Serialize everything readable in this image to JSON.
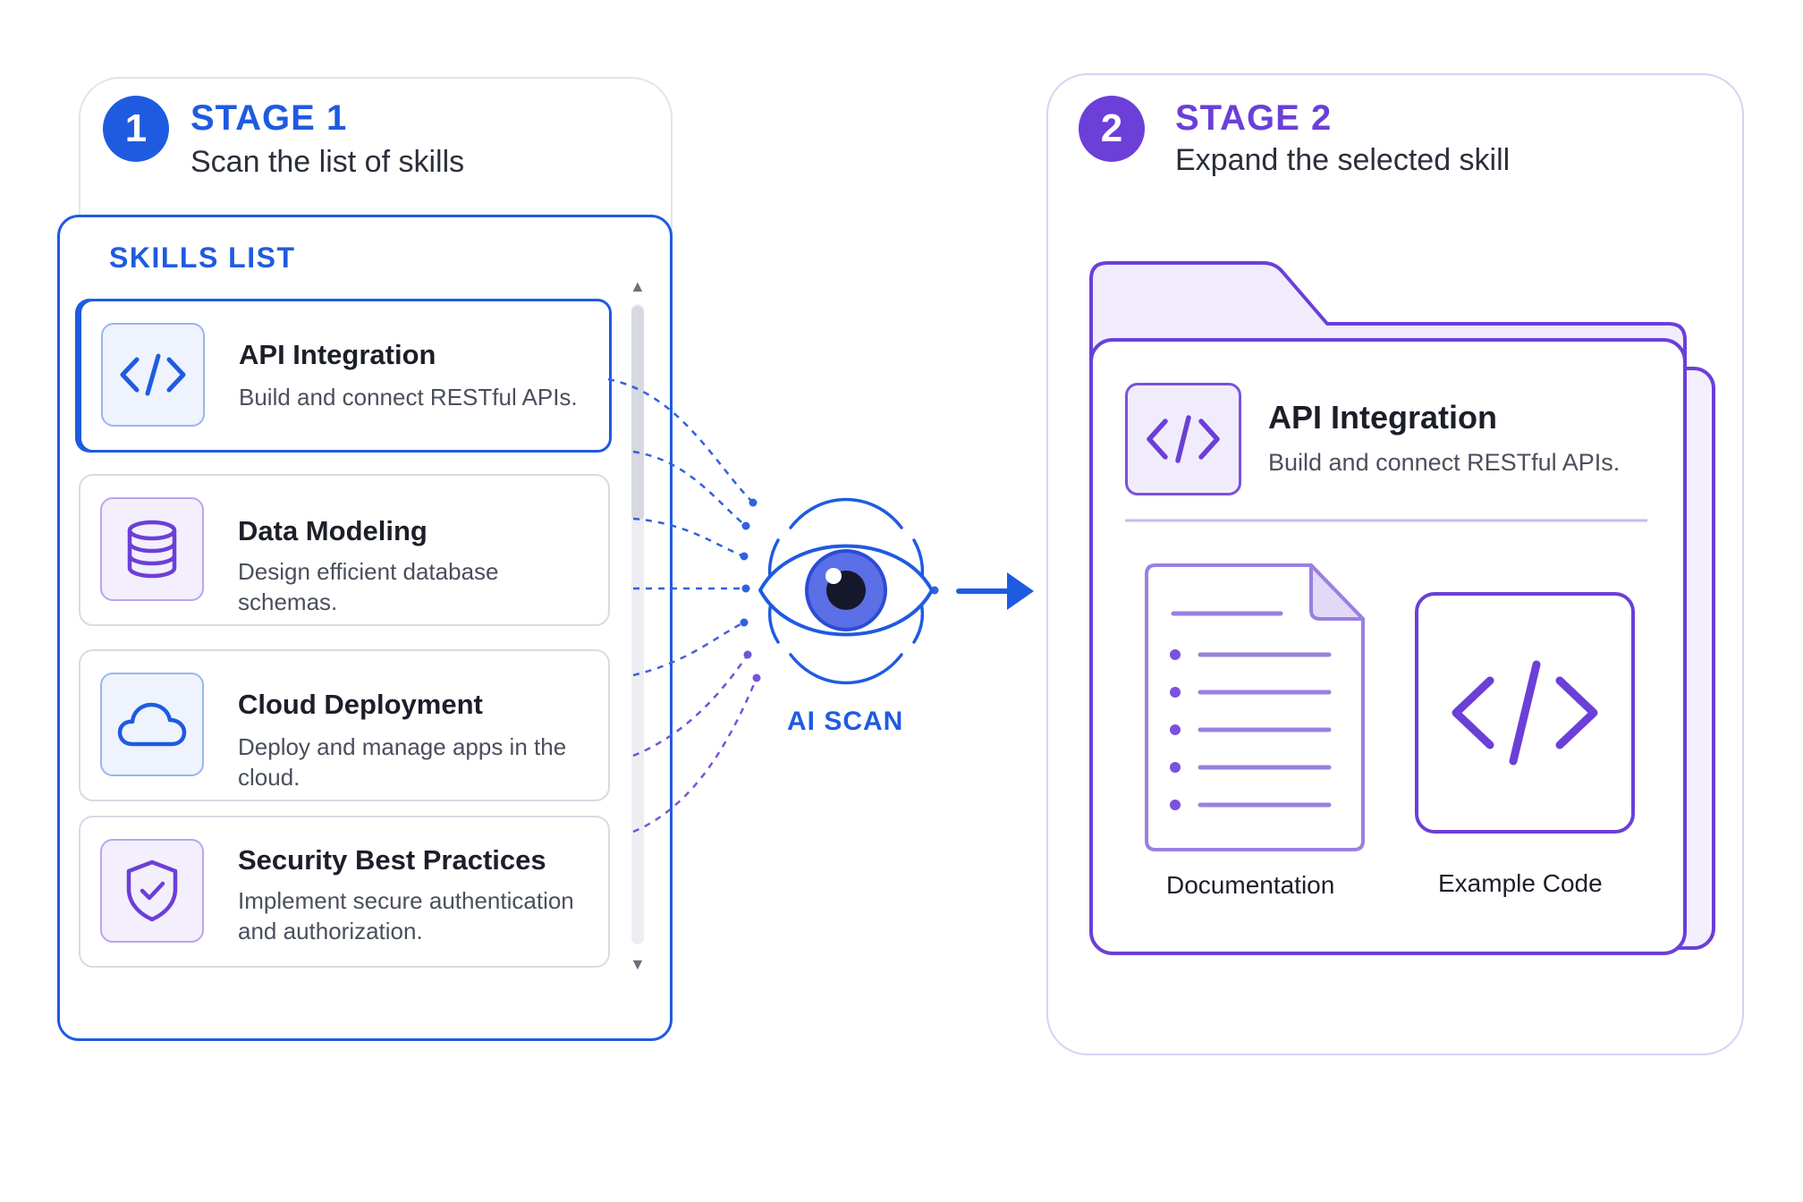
{
  "stage1": {
    "number": "1",
    "title": "STAGE 1",
    "subtitle": "Scan the list of skills",
    "accent": "#1f5be0"
  },
  "skills_list": {
    "title": "SKILLS LIST",
    "items": [
      {
        "title": "API Integration",
        "description": "Build and connect RESTful APIs.",
        "icon": "code-brackets-icon",
        "selected": true
      },
      {
        "title": "Data Modeling",
        "description": "Design efficient database schemas.",
        "icon": "database-icon",
        "selected": false
      },
      {
        "title": "Cloud Deployment",
        "description": "Deploy and manage apps in the cloud.",
        "icon": "cloud-icon",
        "selected": false
      },
      {
        "title": "Security Best Practices",
        "description": "Implement secure authentication and authorization.",
        "icon": "shield-check-icon",
        "selected": false
      }
    ]
  },
  "scanner": {
    "label": "AI SCAN",
    "icon": "eye-icon"
  },
  "stage2": {
    "number": "2",
    "title": "STAGE 2",
    "subtitle": "Expand the selected skill",
    "accent": "#6b3fd8"
  },
  "expanded_skill": {
    "title": "API Integration",
    "description": "Build and connect RESTful APIs.",
    "resources": [
      {
        "label": "Documentation",
        "icon": "document-icon"
      },
      {
        "label": "Example Code",
        "icon": "code-brackets-icon"
      }
    ]
  }
}
